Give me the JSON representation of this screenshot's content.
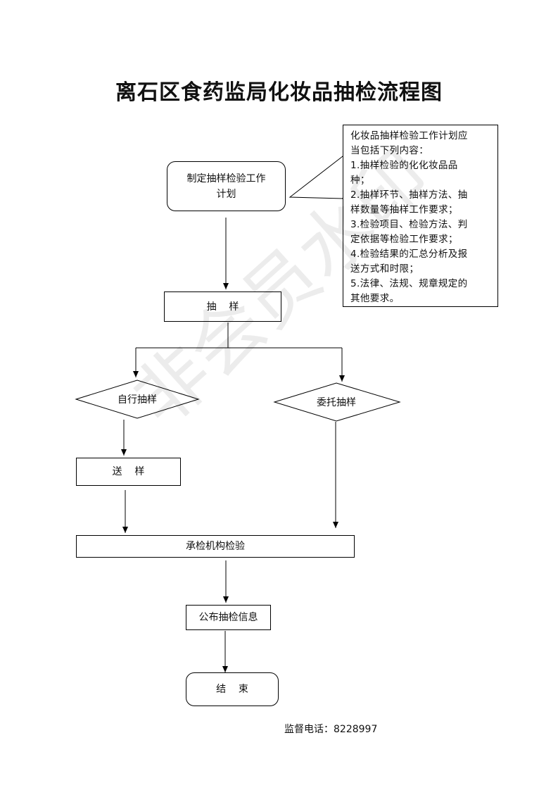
{
  "title": "离石区食药监局化妆品抽检流程图",
  "nodes": {
    "plan": "制定抽样检验工作\n计划",
    "sampling": "抽    样",
    "self_sampling": "自行抽样",
    "entrust_sampling": "委托抽样",
    "send": "送    样",
    "inspection": "承检机构检验",
    "publish": "公布抽检信息",
    "end": "结    束"
  },
  "note": {
    "lines": [
      "化妆品抽样检验工作计划应",
      "当包括下列内容：",
      "1.抽样检验的化化妆品品",
      "种；",
      "2.抽样环节、抽样方法、抽",
      "样数量等抽样工作要求；",
      "3.检验项目、检验方法、判",
      "定依据等检验工作要求；",
      "4.检验结果的汇总分析及报",
      "送方式和时限；",
      "5.法律、法规、规章规定的",
      "其他要求。"
    ]
  },
  "phone": "监督电话：8228997",
  "watermark": "非会员水印"
}
